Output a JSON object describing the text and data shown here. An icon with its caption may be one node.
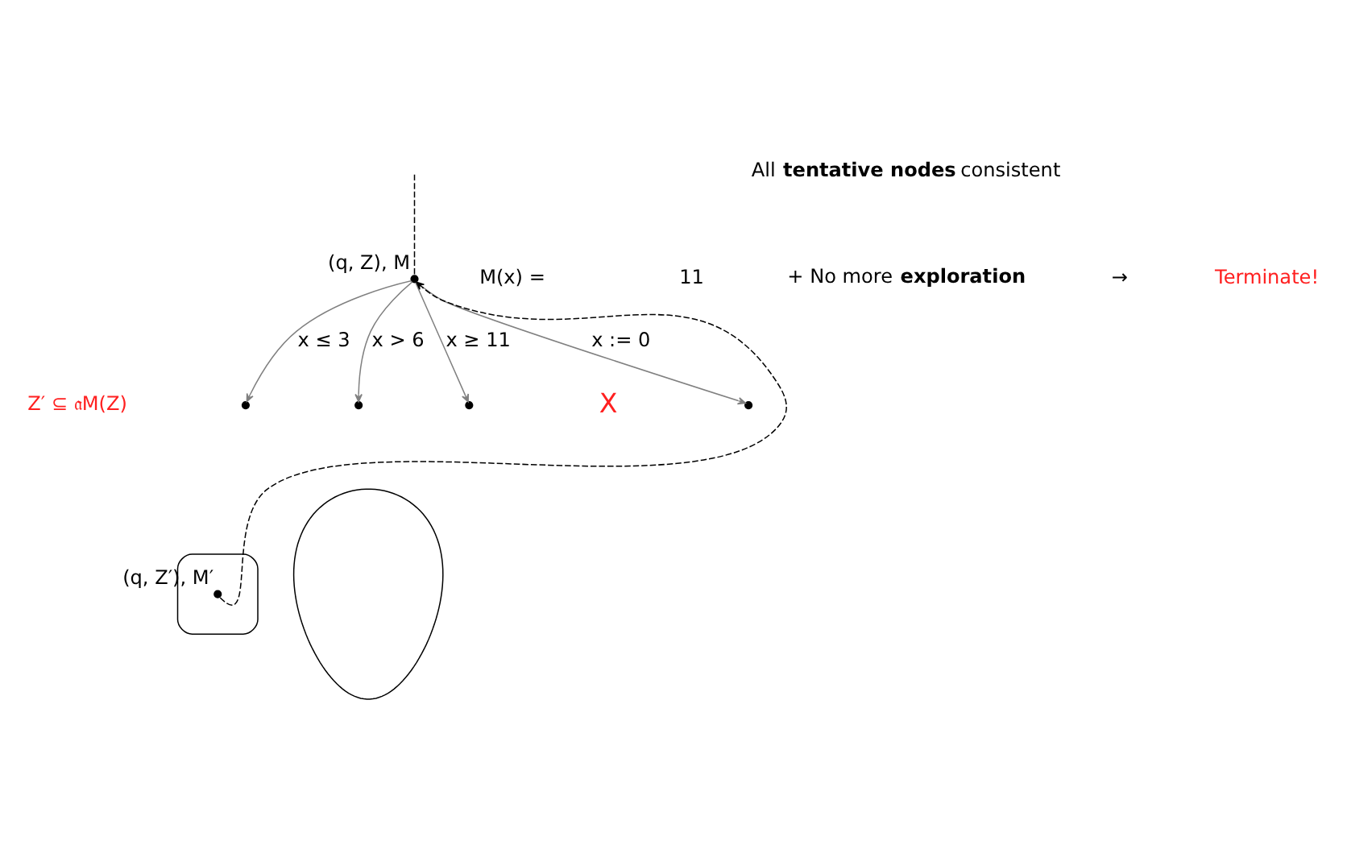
{
  "diagram": {
    "nodes": [
      {
        "text": [],
        "shape": "circle",
        "beside": [
          "(q, Z), M"
        ]
      },
      {
        "text": [],
        "shape": "circle"
      },
      {
        "text": [],
        "shape": "circle"
      },
      {
        "text": [],
        "shape": "circle"
      },
      {
        "text": [],
        "shape": "circle"
      },
      {
        "text": [],
        "shape": "teardrop"
      },
      {
        "text": [],
        "shape": "circle",
        "in": 5,
        "beside": [
          "(q, Z′), M′"
        ]
      },
      {
        "text": [],
        "shape": "teardrop"
      }
    ],
    "edges": [
      {
        "from": 0,
        "to": 4,
        "arrow": "to",
        "label": "x := 0",
        "color": "#808080"
      },
      {
        "from": 0,
        "to": 3,
        "arrow": "to",
        "label": "x ≥ 11",
        "color": "#808080"
      },
      {
        "from": 0,
        "to": 1,
        "arrow": "to",
        "label": "x ≤ 3",
        "color": "#808080"
      },
      {
        "from": 0,
        "to": 2,
        "arrow": "to",
        "label": "x > 6",
        "color": "#808080"
      },
      {
        "from": 6,
        "to": 0,
        "arrow": "to",
        "style": "dashed",
        "color": "#000000"
      },
      {
        "from": 0,
        "to": null,
        "arrow": "none",
        "style": "dashed",
        "color": "#000000"
      }
    ],
    "labels": [
      "M(x) =",
      "11",
      "All **tentative nodes** consistent",
      "+ No more **exploration**",
      "→",
      "Terminate!",
      "X",
      "Z′ ⊆ 𝔞M(Z)"
    ]
  }
}
